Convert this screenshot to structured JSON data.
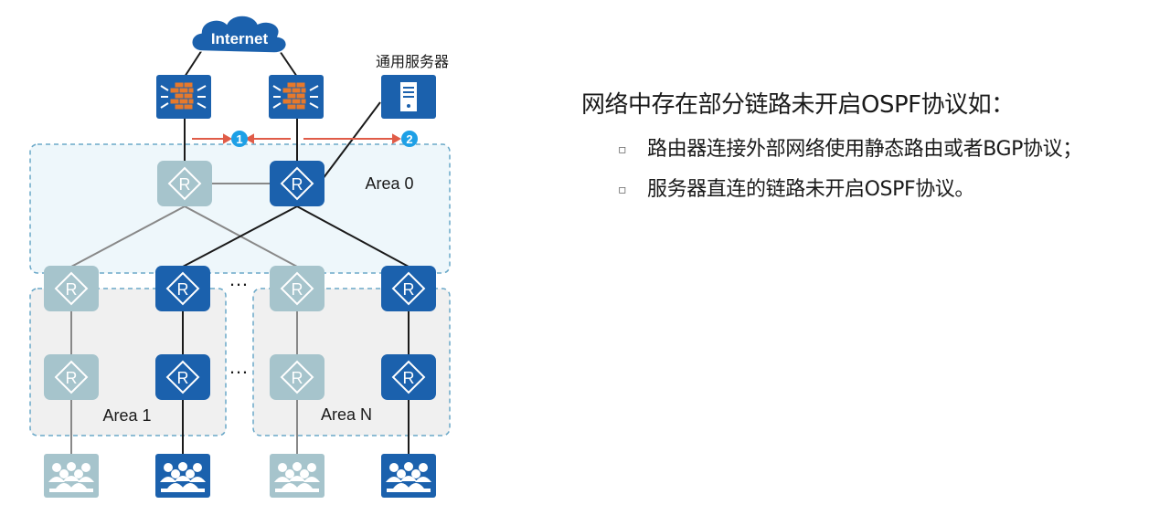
{
  "diagram": {
    "internet_label": "Internet",
    "server_label": "通用服务器",
    "area0_label": "Area 0",
    "area1_label": "Area 1",
    "areaN_label": "Area N",
    "router_glyph": "R",
    "ellipsis": "…",
    "markers": [
      "1",
      "2"
    ],
    "icons": {
      "cloud": "cloud-icon",
      "firewall": "firewall-icon",
      "server": "server-icon",
      "router": "router-icon",
      "user_group": "user-group-icon"
    },
    "colors": {
      "active_blue": "#1b61ad",
      "inactive": "#a6c4cc",
      "marker": "#1ea0e6",
      "arrow": "#e05c48"
    }
  },
  "text": {
    "heading": "网络中存在部分链路未开启OSPF协议如：",
    "bullet_marker": "▫",
    "bullets": [
      "路由器连接外部网络使用静态路由或者BGP协议；",
      "服务器直连的链路未开启OSPF协议。"
    ]
  }
}
